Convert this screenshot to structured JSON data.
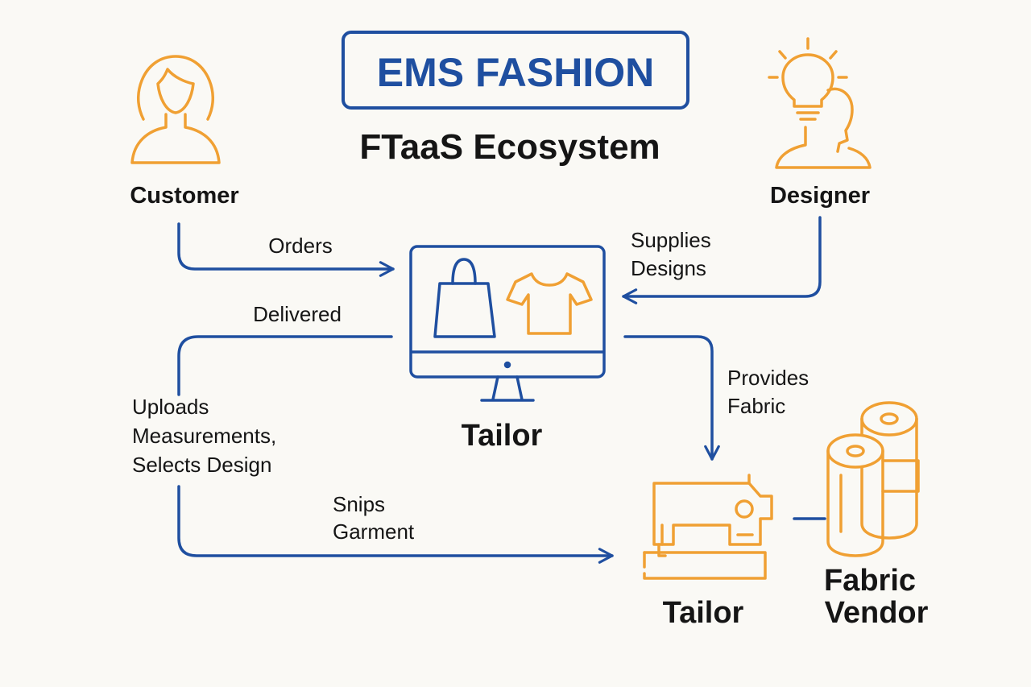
{
  "header": {
    "title": "EMS FASHION",
    "subtitle": "FTaaS Ecosystem"
  },
  "nodes": {
    "customer": "Customer",
    "designer": "Designer",
    "platform": "Tailor",
    "tailor": "Tailor",
    "vendor_line1": "Fabric",
    "vendor_line2": "Vendor"
  },
  "edges": {
    "orders": "Orders",
    "supplies_line1": "Supplies",
    "supplies_line2": "Designs",
    "delivered": "Delivered",
    "provides_line1": "Provides",
    "provides_line2": "Fabric",
    "uploads_line1": "Uploads",
    "uploads_line2": "Measurements,",
    "uploads_line3": "Selects Design",
    "snips_line1": "Snips",
    "snips_line2": "Garment"
  },
  "colors": {
    "primary_blue": "#1f4fa0",
    "accent_orange": "#f0a033",
    "background": "#faf9f5"
  },
  "icons": [
    "person-icon",
    "lightbulb-head-icon",
    "monitor-icon",
    "shopping-bag-icon",
    "tshirt-icon",
    "sewing-machine-icon",
    "fabric-rolls-icon"
  ]
}
